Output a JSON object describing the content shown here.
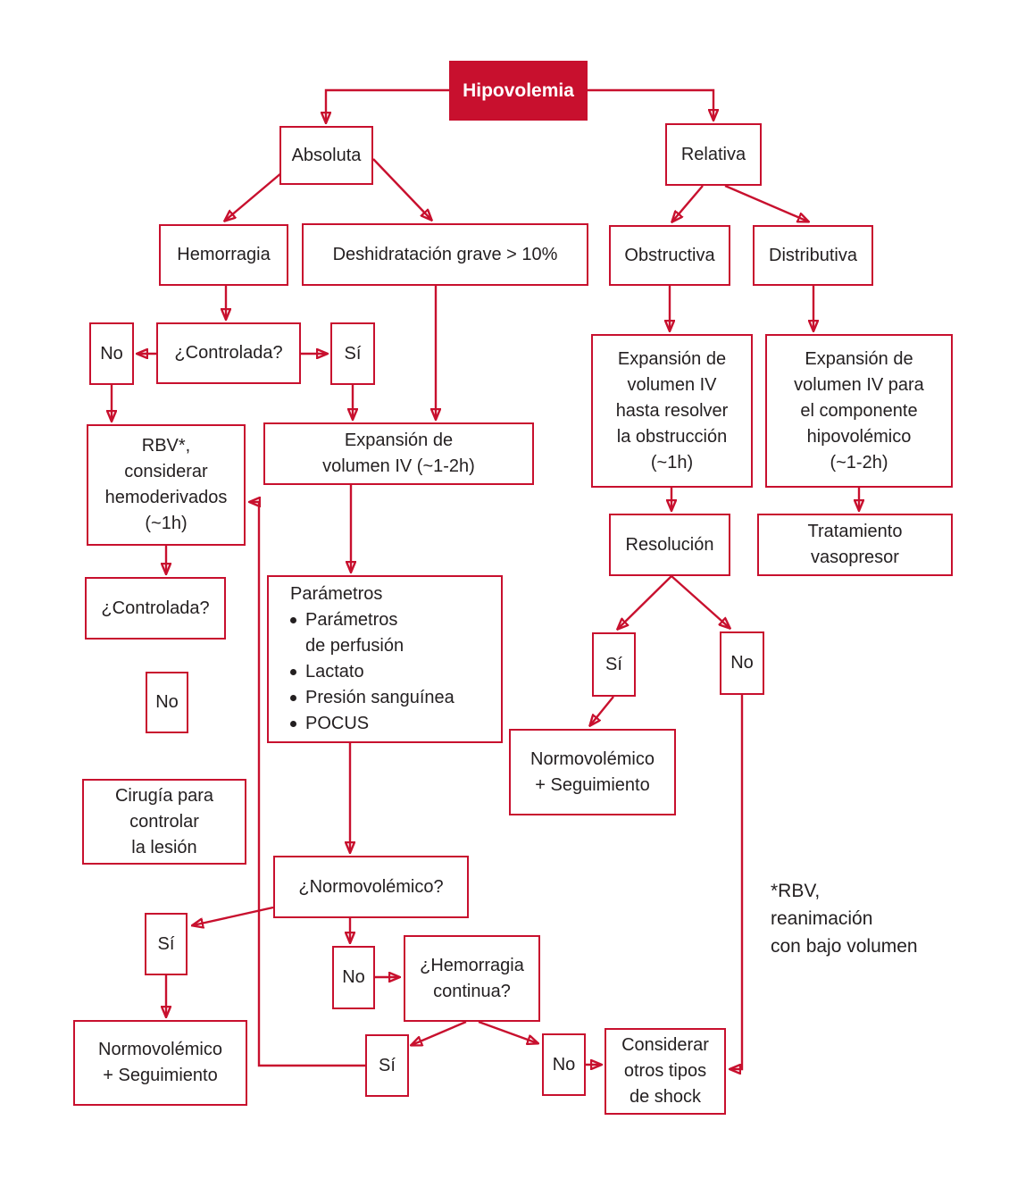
{
  "colors": {
    "accent": "#c8102e",
    "text": "#231f20",
    "background": "#ffffff"
  },
  "nodes": {
    "hipovolemia": {
      "label": "Hipovolemia"
    },
    "absoluta": {
      "label": "Absoluta"
    },
    "relativa": {
      "label": "Relativa"
    },
    "hemorragia": {
      "label": "Hemorragia"
    },
    "deshidratacion": {
      "label": "Deshidratación grave > 10%"
    },
    "obstructiva": {
      "label": "Obstructiva"
    },
    "distributiva": {
      "label": "Distributiva"
    },
    "no1": {
      "label": "No"
    },
    "controlada1": {
      "label": "¿Controlada?"
    },
    "si1": {
      "label": "Sí"
    },
    "rbv": {
      "label": "RBV*,\nconsiderar\nhemoderivados\n(~1h)"
    },
    "expansion_iv": {
      "label": "Expansión de\nvolumen IV (~1-2h)"
    },
    "expansion_obstruccion": {
      "label": "Expansión de\nvolumen IV\nhasta resolver\nla obstrucción\n(~1h)"
    },
    "expansion_componente": {
      "label": "Expansión de\nvolumen IV para\nel componente\nhipovolémico\n(~1-2h)"
    },
    "resolucion": {
      "label": "Resolución"
    },
    "tratamiento": {
      "label": "Tratamiento\nvasopresor"
    },
    "controlada2": {
      "label": "¿Controlada?"
    },
    "parametros": {
      "heading": "Parámetros",
      "bullets": [
        "Parámetros\nde perfusión",
        "Lactato",
        "Presión sanguínea",
        "POCUS"
      ]
    },
    "si2": {
      "label": "Sí"
    },
    "no3": {
      "label": "No"
    },
    "no2": {
      "label": "No"
    },
    "normo_seg1": {
      "label": "Normovolémico\n+ Seguimiento"
    },
    "cirugia": {
      "label": "Cirugía para\ncontrolar\nla lesión"
    },
    "normovolemico_q": {
      "label": "¿Normovolémico?"
    },
    "si3": {
      "label": "Sí"
    },
    "no4": {
      "label": "No"
    },
    "hemorragia_continua": {
      "label": "¿Hemorragia\ncontinua?"
    },
    "normo_seg2": {
      "label": "Normovolémico\n+ Seguimiento"
    },
    "si4": {
      "label": "Sí"
    },
    "no5": {
      "label": "No"
    },
    "considerar": {
      "label": "Considerar\notros tipos\nde shock"
    }
  },
  "footnote": {
    "text": "*RBV,\nreanimación\ncon bajo volumen"
  },
  "edges": [
    "hipovolemia>absoluta",
    "hipovolemia>relativa",
    "absoluta>hemorragia",
    "absoluta>deshidratacion",
    "relativa>obstructiva",
    "relativa>distributiva",
    "hemorragia>controlada1",
    "controlada1>no1",
    "controlada1>si1",
    "no1>rbv",
    "si1>expansion_iv",
    "deshidratacion>expansion_iv",
    "obstructiva>expansion_obstruccion",
    "distributiva>expansion_componente",
    "expansion_obstruccion>resolucion",
    "expansion_componente>tratamiento",
    "rbv>controlada2",
    "expansion_iv>parametros",
    "parametros>normovolemico_q",
    "normovolemico_q>si3",
    "si3>normo_seg2",
    "normovolemico_q>no4",
    "no4>hemorragia_continua",
    "hemorragia_continua>si4",
    "hemorragia_continua>no5",
    "no5>considerar",
    "resolucion>si2",
    "resolucion>no3",
    "si2>normo_seg1",
    "no3>considerar",
    "si4>rbv",
    "controlada2>no2",
    "no2>cirugia"
  ]
}
